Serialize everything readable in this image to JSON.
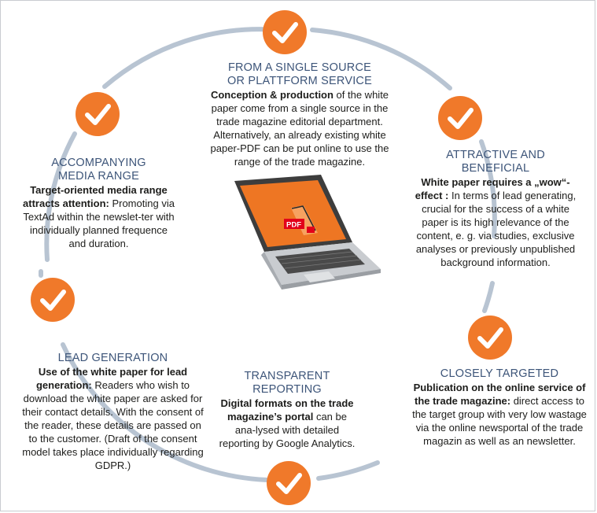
{
  "colors": {
    "accent": "#f0792a",
    "ring": "#b8c4d2",
    "heading": "#3d5579",
    "text": "#1d1d1b"
  },
  "icons": [
    "checkmark-icon",
    "laptop-icon",
    "pdf-icon"
  ],
  "sections": {
    "single_source": {
      "heading_1": "FROM A SINGLE SOURCE",
      "heading_2": "OR PLATTFORM SERVICE",
      "bold": "Conception & production",
      "text": " of the white paper come from a single source in the trade magazine editorial department. Alternatively, an already existing white paper-PDF can be put online to use the range of the trade magazine."
    },
    "media_range": {
      "heading_1": "ACCOMPANYING",
      "heading_2": "MEDIA RANGE",
      "bold": "Target-oriented media range attracts attention:",
      "text": " Promoting via TextAd within the newslet-ter with individually planned frequence and duration."
    },
    "attractive": {
      "heading_1": "ATTRACTIVE AND",
      "heading_2": "BENEFICIAL",
      "bold": "White paper requires a „wow“-effect :",
      "text": " In terms of lead generating, crucial for the success of a white paper is its high relevance of the content, e. g. via studies, exclusive analyses or previously unpublished background information."
    },
    "lead_generation": {
      "heading_1": "LEAD GENERATION",
      "bold": "Use of the white paper for lead generation:",
      "text": " Readers who wish to download the white paper are asked for their contact details.  With the consent of the reader, these details are passed on to the customer. (Draft of the consent model takes place individually regarding GDPR.)"
    },
    "reporting": {
      "heading_1": "TRANSPARENT REPORTING",
      "bold": "Digital formats on the trade magazine’s portal",
      "text": " can be ana-lysed with detailed reporting by Google Analytics."
    },
    "targeted": {
      "heading_1": "CLOSELY TARGETED",
      "bold": "Publication on the online service of the trade magazine:",
      "text": " direct access to the target group with very low wastage via the online newsportal of the trade magazin as well as an newsletter."
    }
  },
  "laptop": {
    "screen_label": "PDF"
  }
}
